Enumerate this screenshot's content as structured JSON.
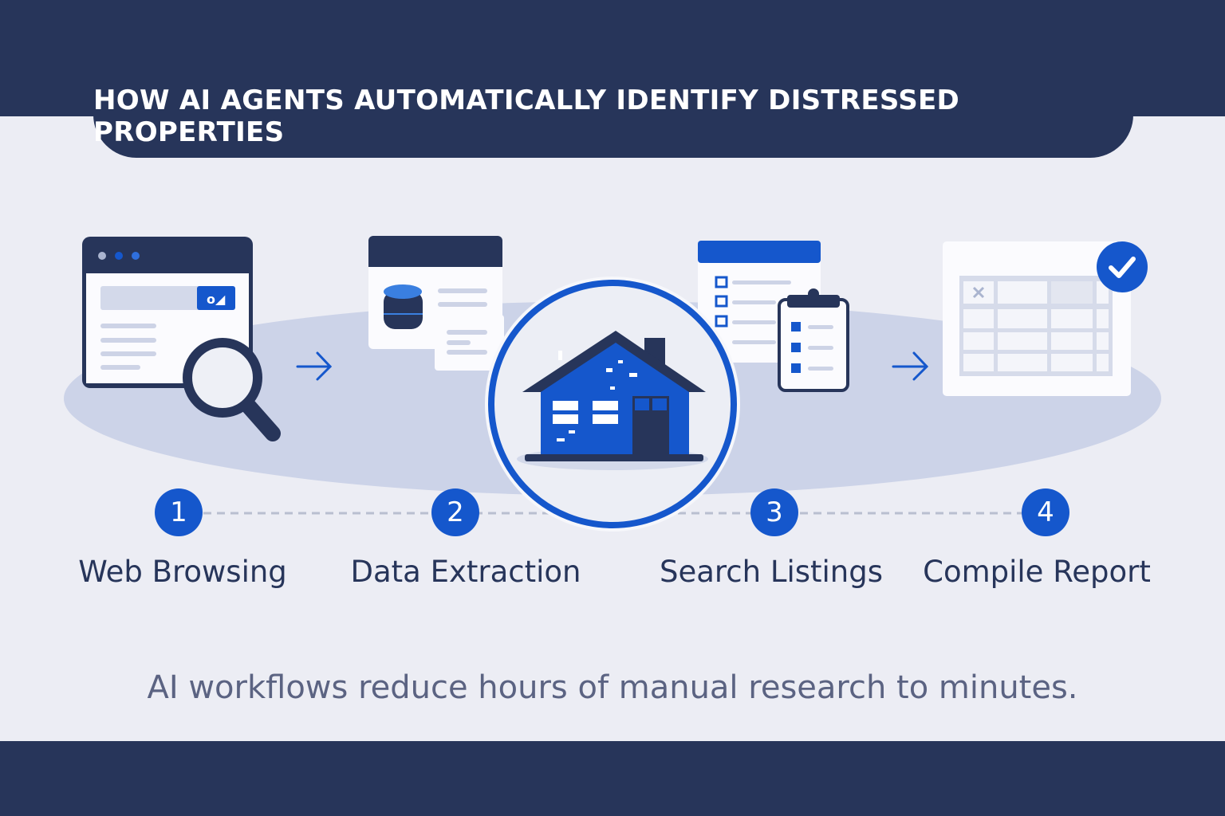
{
  "title": "HOW AI AGENTS AUTOMATICALLY IDENTIFY DISTRESSED PROPERTIES",
  "steps": [
    {
      "number": "1",
      "label": "Web Browsing",
      "icon": "browser-search-icon"
    },
    {
      "number": "2",
      "label": "Data Extraction",
      "icon": "database-document-icon"
    },
    {
      "number": "3",
      "label": "Search Listings",
      "icon": "checklist-clipboard-icon"
    },
    {
      "number": "4",
      "label": "Compile Report",
      "icon": "spreadsheet-check-icon"
    }
  ],
  "center_icon": "distressed-house-icon",
  "footer": "AI workflows reduce hours of manual research to minutes.",
  "colors": {
    "navy": "#27355a",
    "blue": "#1557cc",
    "background": "#ecedf4",
    "ellipse": "#ccd3e8"
  }
}
